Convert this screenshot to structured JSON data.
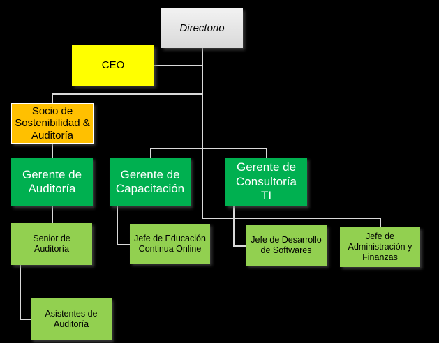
{
  "nodes": {
    "directorio": "Directorio",
    "ceo": "CEO",
    "socio": "Socio de Sostenibilidad & Auditoría",
    "gerente_auditoria": "Gerente de Auditoría",
    "gerente_capacitacion": "Gerente de Capacitación",
    "gerente_consultoria": "Gerente de Consultoría TI",
    "senior_auditoria": "Senior de Auditoría",
    "asistentes_auditoria": "Asistentes de Auditoría",
    "jefe_educacion": "Jefe de Educación Continua Online",
    "jefe_desarrollo": "Jefe de Desarrollo de Softwares",
    "jefe_administracion": "Jefe de Administración y Finanzas"
  },
  "colors": {
    "background": "#000000",
    "directorio": "#d9d9d9",
    "ceo": "#ffff00",
    "socio": "#ffc000",
    "gerente": "#00b050",
    "jefe": "#92d050"
  }
}
